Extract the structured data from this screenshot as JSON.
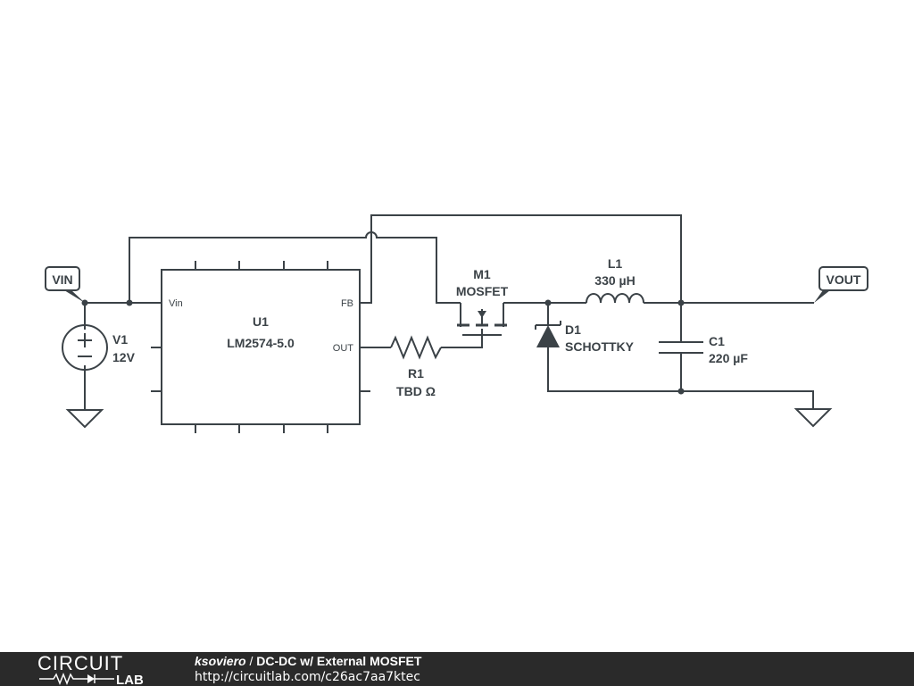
{
  "schematic": {
    "net_labels": {
      "vin": "VIN",
      "vout": "VOUT"
    },
    "components": {
      "v1": {
        "name": "V1",
        "value": "12V"
      },
      "u1": {
        "name": "U1",
        "value": "LM2574-5.0",
        "pins": {
          "vin": "Vin",
          "fb": "FB",
          "out": "OUT"
        }
      },
      "r1": {
        "name": "R1",
        "value": "TBD Ω"
      },
      "m1": {
        "name": "M1",
        "value": "MOSFET"
      },
      "l1": {
        "name": "L1",
        "value": "330 µH"
      },
      "d1": {
        "name": "D1",
        "value": "SCHOTTKY"
      },
      "c1": {
        "name": "C1",
        "value": "220 µF"
      }
    }
  },
  "footer": {
    "logo_top": "CIRCUIT",
    "logo_bottom": "LAB",
    "author": "ksoviero",
    "separator": " / ",
    "title": "DC-DC w/ External MOSFET",
    "url": "http://circuitlab.com/c26ac7aa7ktec"
  }
}
